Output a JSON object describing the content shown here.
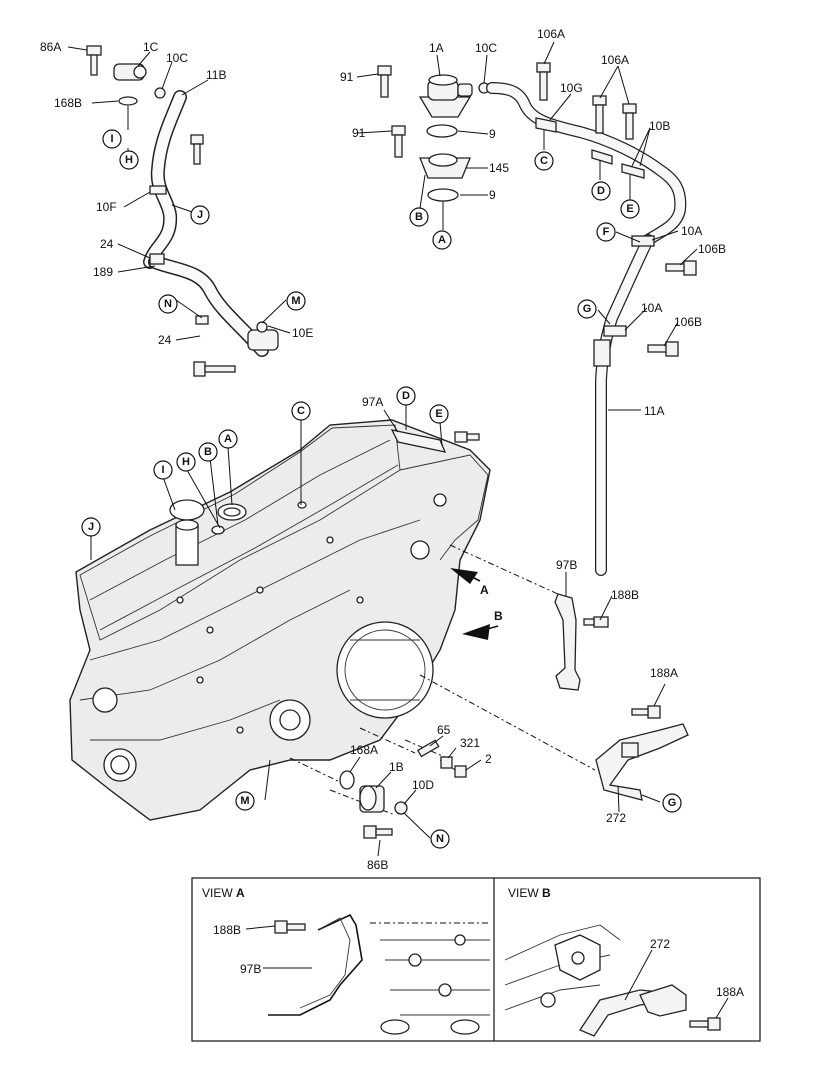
{
  "callouts": {
    "c86A": "86A",
    "c1C": "1C",
    "c10C_l": "10C",
    "c11B": "11B",
    "c168B": "168B",
    "c10F": "10F",
    "c24a": "24",
    "c189": "189",
    "c24b": "24",
    "c10E": "10E",
    "c91a": "91",
    "c1A": "1A",
    "c10C_r": "10C",
    "c106A_1": "106A",
    "c106A_2": "106A",
    "c10G": "10G",
    "c10B": "10B",
    "c9a": "9",
    "c91b": "91",
    "c145": "145",
    "c9b": "9",
    "c10A_1": "10A",
    "c106B_1": "106B",
    "c10A_2": "10A",
    "c106B_2": "106B",
    "c11A": "11A",
    "c97A": "97A",
    "c97B": "97B",
    "c188B": "188B",
    "c188A": "188A",
    "c65": "65",
    "c321": "321",
    "c2": "2",
    "c168A": "168A",
    "c1B": "1B",
    "c10D": "10D",
    "c86B": "86B",
    "c272": "272",
    "arrowA": "A",
    "arrowB": "B"
  },
  "markers": {
    "I1": "I",
    "H1": "H",
    "J1": "J",
    "N1": "N",
    "M1": "M",
    "B1": "B",
    "A1": "A",
    "C1": "C",
    "D1": "D",
    "E1": "E",
    "F1": "F",
    "G1": "G",
    "D2": "D",
    "E2": "E",
    "C2": "C",
    "B2": "B",
    "A2": "A",
    "H2": "H",
    "I2": "I",
    "J2": "J",
    "G2": "G",
    "M2": "M",
    "N2": "N"
  },
  "viewA": {
    "title_prefix": "VIEW ",
    "title_letter": "A",
    "lbl_188B": "188B",
    "lbl_97B": "97B"
  },
  "viewB": {
    "title_prefix": "VIEW ",
    "title_letter": "B",
    "lbl_272": "272",
    "lbl_188A": "188A"
  }
}
